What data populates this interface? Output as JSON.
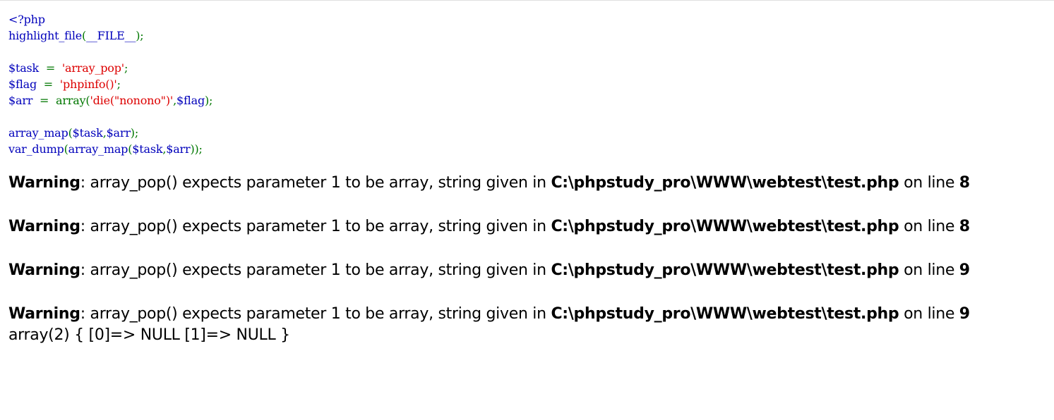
{
  "source_code": {
    "lines": [
      [
        {
          "t": "<?php",
          "c": "default"
        }
      ],
      [
        {
          "t": "highlight_file",
          "c": "default"
        },
        {
          "t": "(",
          "c": "keyword"
        },
        {
          "t": "__FILE__",
          "c": "default"
        },
        {
          "t": ");",
          "c": "keyword"
        }
      ],
      [],
      [
        {
          "t": "$task ",
          "c": "default"
        },
        {
          "t": " = ",
          "c": "keyword"
        },
        {
          "t": " 'array_pop'",
          "c": "string"
        },
        {
          "t": ";",
          "c": "keyword"
        }
      ],
      [
        {
          "t": "$flag ",
          "c": "default"
        },
        {
          "t": " = ",
          "c": "keyword"
        },
        {
          "t": " 'phpinfo()'",
          "c": "string"
        },
        {
          "t": ";",
          "c": "keyword"
        }
      ],
      [
        {
          "t": "$arr ",
          "c": "default"
        },
        {
          "t": " = ",
          "c": "keyword"
        },
        {
          "t": " array(",
          "c": "keyword"
        },
        {
          "t": "'die(\"nonono\")'",
          "c": "string"
        },
        {
          "t": ",",
          "c": "keyword"
        },
        {
          "t": "$flag",
          "c": "default"
        },
        {
          "t": ");",
          "c": "keyword"
        }
      ],
      [],
      [
        {
          "t": "array_map",
          "c": "default"
        },
        {
          "t": "(",
          "c": "keyword"
        },
        {
          "t": "$task",
          "c": "default"
        },
        {
          "t": ",",
          "c": "keyword"
        },
        {
          "t": "$arr",
          "c": "default"
        },
        {
          "t": ");",
          "c": "keyword"
        }
      ],
      [
        {
          "t": "var_dump",
          "c": "default"
        },
        {
          "t": "(",
          "c": "keyword"
        },
        {
          "t": "array_map",
          "c": "default"
        },
        {
          "t": "(",
          "c": "keyword"
        },
        {
          "t": "$task",
          "c": "default"
        },
        {
          "t": ",",
          "c": "keyword"
        },
        {
          "t": "$arr",
          "c": "default"
        },
        {
          "t": "));",
          "c": "keyword"
        }
      ]
    ],
    "colors": {
      "default": "#0000BB",
      "keyword": "#007700",
      "string": "#DD0000"
    }
  },
  "warnings": [
    {
      "label": "Warning",
      "message": ": array_pop() expects parameter 1 to be array, string given in ",
      "file": "C:\\phpstudy_pro\\WWW\\webtest\\test.php",
      "on_line_text": " on line ",
      "line": "8"
    },
    {
      "label": "Warning",
      "message": ": array_pop() expects parameter 1 to be array, string given in ",
      "file": "C:\\phpstudy_pro\\WWW\\webtest\\test.php",
      "on_line_text": " on line ",
      "line": "8"
    },
    {
      "label": "Warning",
      "message": ": array_pop() expects parameter 1 to be array, string given in ",
      "file": "C:\\phpstudy_pro\\WWW\\webtest\\test.php",
      "on_line_text": " on line ",
      "line": "9"
    },
    {
      "label": "Warning",
      "message": ": array_pop() expects parameter 1 to be array, string given in ",
      "file": "C:\\phpstudy_pro\\WWW\\webtest\\test.php",
      "on_line_text": " on line ",
      "line": "9"
    }
  ],
  "dump_output": "array(2) { [0]=> NULL [1]=> NULL }"
}
